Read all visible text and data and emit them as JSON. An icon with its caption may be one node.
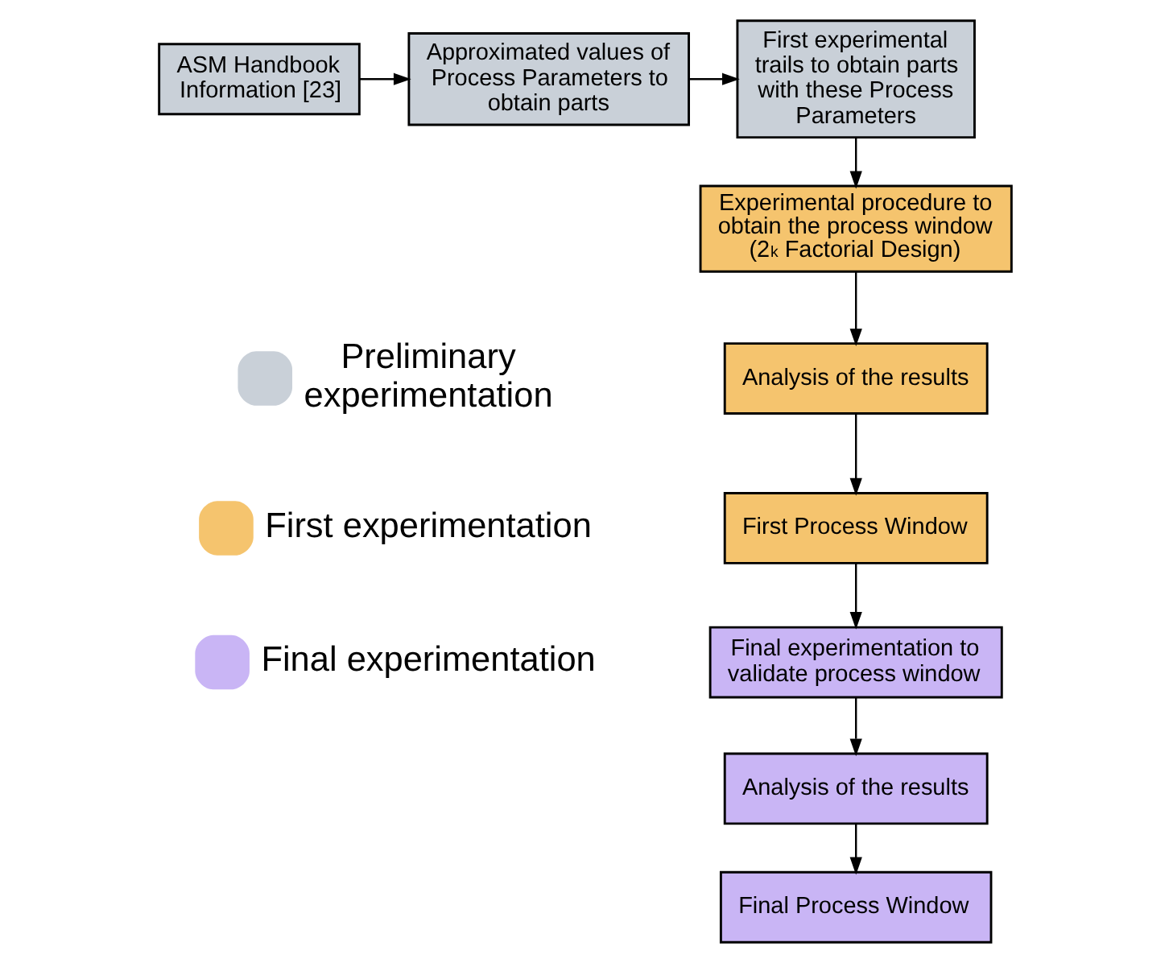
{
  "diagram": {
    "nodes": [
      {
        "text": [
          "ASM Handbook Information [23]"
        ]
      },
      {
        "text": [
          "Approximated values of Process Parameters to obtain parts"
        ]
      },
      {
        "text": [
          "First experimental trails to obtain parts with these Process Parameters"
        ]
      },
      {
        "text": [
          "Experimental procedure to obtain the process window (2$^{k}$ Factorial Design)"
        ]
      },
      {
        "text": [
          "Analysis of the results"
        ]
      },
      {
        "text": [
          "First Process Window"
        ]
      },
      {
        "text": [
          "Final experimentation to validate process window"
        ]
      },
      {
        "text": [
          "Analysis of the results"
        ]
      },
      {
        "text": [
          "Final Process Window"
        ]
      }
    ],
    "edges": [
      {
        "from": 0,
        "to": 1,
        "arrow": "to"
      },
      {
        "from": 1,
        "to": 2,
        "arrow": "to"
      },
      {
        "from": 2,
        "to": 3,
        "arrow": "to"
      },
      {
        "from": 3,
        "to": 4,
        "arrow": "to"
      },
      {
        "from": 4,
        "to": 5,
        "arrow": "to"
      },
      {
        "from": 5,
        "to": 6,
        "arrow": "to"
      },
      {
        "from": 6,
        "to": 7,
        "arrow": "to"
      },
      {
        "from": 7,
        "to": 8,
        "arrow": "to"
      }
    ],
    "legend": [
      {
        "text": "Preliminary experimentation",
        "color": "#c9d0d8"
      },
      {
        "text": "First experimentation",
        "color": "#f5c46e"
      },
      {
        "text": "Final experimentation",
        "color": "#c9b5f5"
      }
    ]
  }
}
